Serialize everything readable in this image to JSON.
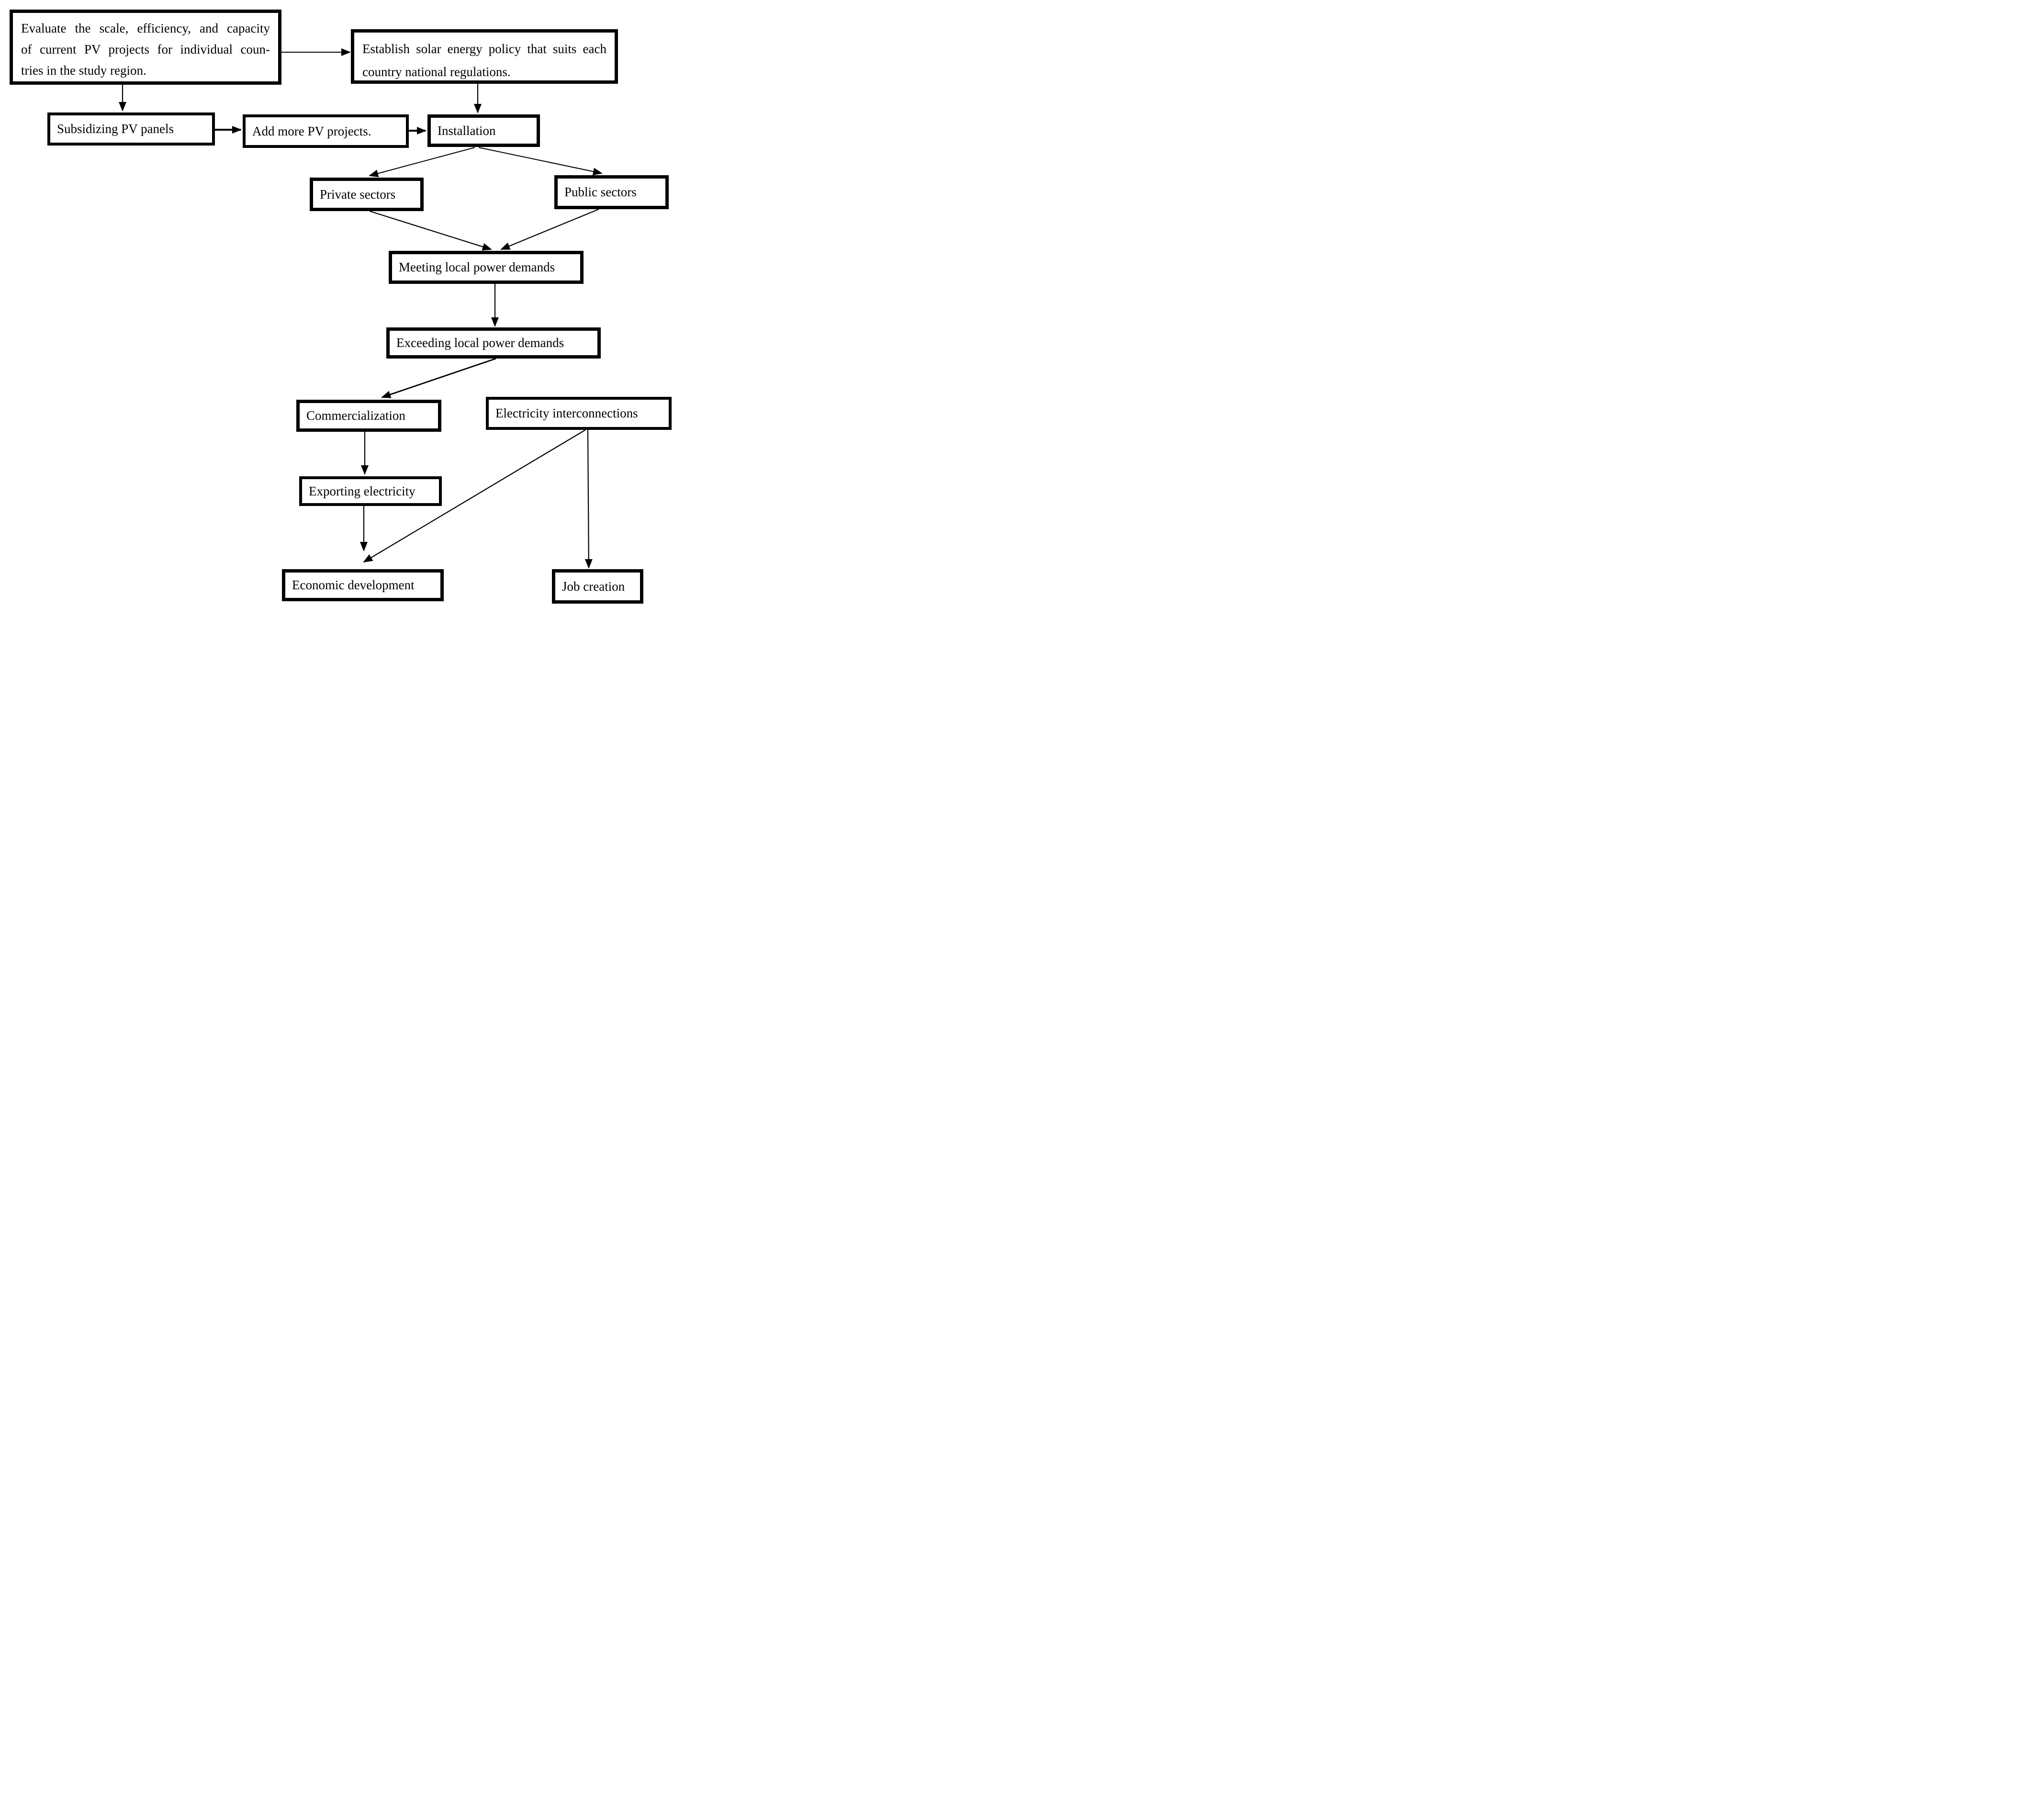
{
  "diagram": {
    "type": "flowchart",
    "background_color": "#ffffff",
    "line_color": "#000000",
    "nodes": {
      "evaluate": {
        "lines": [
          "Evaluate the scale, efficiency, and capacity",
          "of current PV projects for individual coun-",
          "tries in the study region."
        ]
      },
      "establish": {
        "lines": [
          "Establish solar energy policy that suits each",
          "country national regulations."
        ]
      },
      "subsidizing": {
        "label": "Subsidizing PV panels"
      },
      "addmore": {
        "label": "Add more PV projects."
      },
      "installation": {
        "label": "Installation"
      },
      "private": {
        "label": "Private sectors"
      },
      "public": {
        "label": "Public sectors"
      },
      "meeting": {
        "label": "Meeting local power demands"
      },
      "exceeding": {
        "label": "Exceeding local power demands"
      },
      "commercialization": {
        "label": "Commercialization"
      },
      "interconnections": {
        "label": "Electricity interconnections"
      },
      "exporting": {
        "label": "Exporting electricity"
      },
      "economic": {
        "label": "Economic development"
      },
      "job": {
        "label": "Job creation"
      }
    },
    "edges": [
      {
        "from": "evaluate",
        "to": "establish"
      },
      {
        "from": "evaluate",
        "to": "subsidizing"
      },
      {
        "from": "subsidizing",
        "to": "addmore"
      },
      {
        "from": "addmore",
        "to": "installation"
      },
      {
        "from": "establish",
        "to": "installation"
      },
      {
        "from": "installation",
        "to": "private"
      },
      {
        "from": "installation",
        "to": "public"
      },
      {
        "from": "private",
        "to": "meeting"
      },
      {
        "from": "public",
        "to": "meeting"
      },
      {
        "from": "meeting",
        "to": "exceeding"
      },
      {
        "from": "exceeding",
        "to": "commercialization"
      },
      {
        "from": "commercialization",
        "to": "exporting"
      },
      {
        "from": "exporting",
        "to": "economic"
      },
      {
        "from": "interconnections",
        "to": "economic"
      },
      {
        "from": "interconnections",
        "to": "job"
      }
    ]
  }
}
